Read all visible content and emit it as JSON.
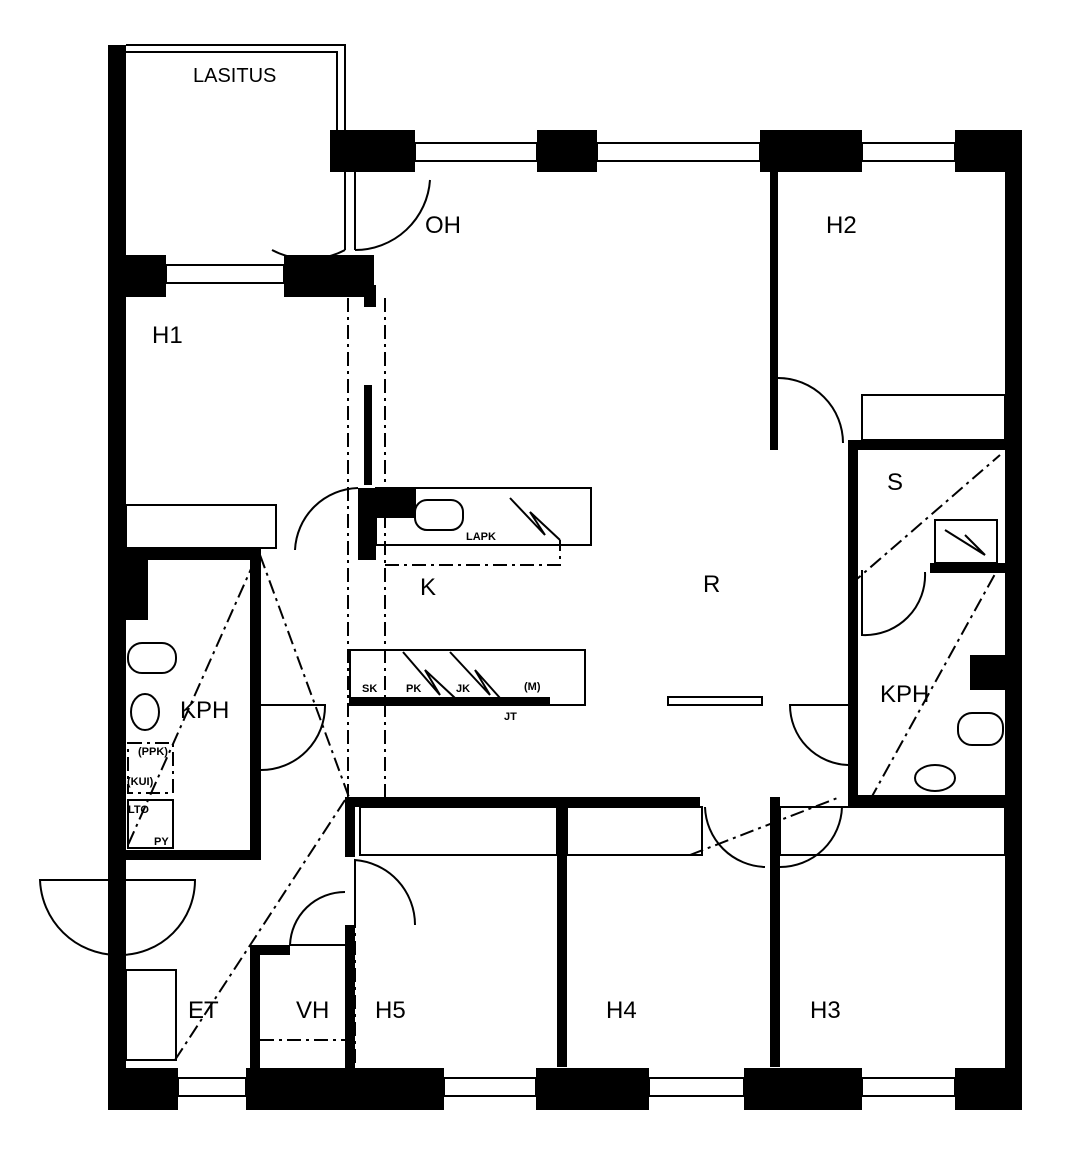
{
  "plan": {
    "rooms": {
      "lasitus": "LASITUS",
      "oh": "OH",
      "h1": "H1",
      "h2": "H2",
      "h3": "H3",
      "h4": "H4",
      "h5": "H5",
      "k": "K",
      "r": "R",
      "s": "S",
      "kph_left": "KPH",
      "kph_right": "KPH",
      "et": "ET",
      "vh": "VH"
    },
    "fixtures": {
      "lapk": "LAPK",
      "sk": "SK",
      "pk": "PK",
      "jk": "JK",
      "m": "(M)",
      "jt": "JT",
      "ppk": "(PPK)",
      "kui": "(KUI)",
      "lto": "LTO",
      "py": "PY"
    }
  }
}
